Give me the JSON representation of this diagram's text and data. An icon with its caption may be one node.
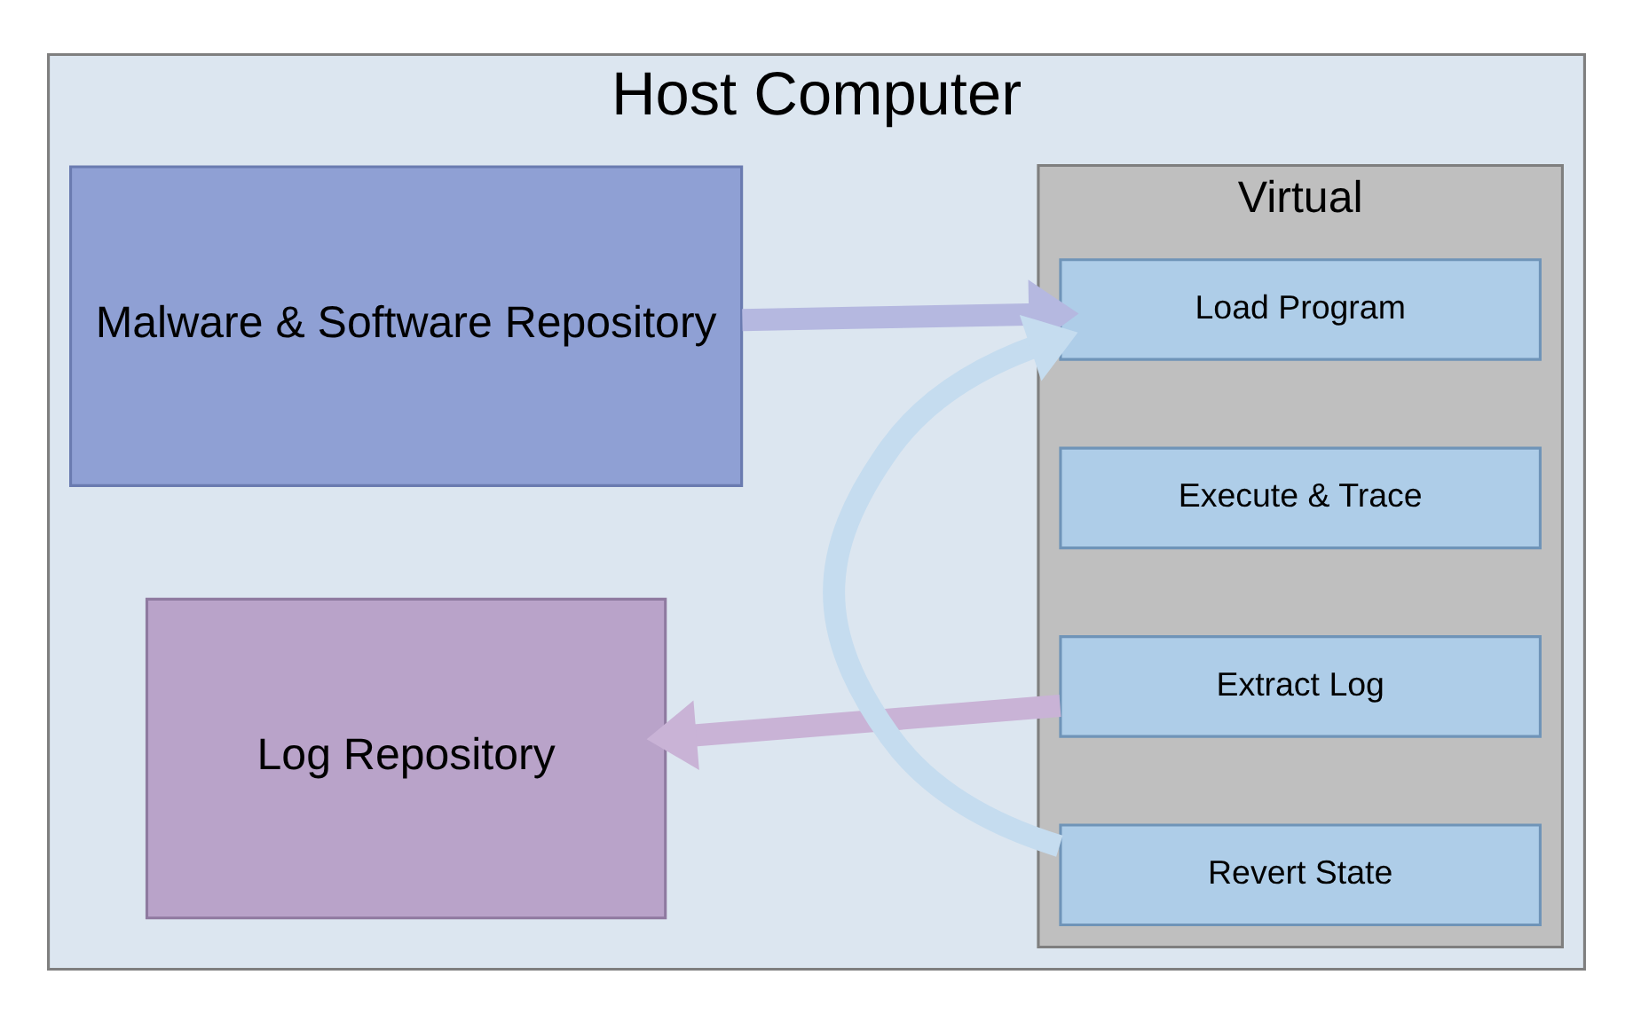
{
  "diagram": {
    "nodes": [
      {
        "text": [
          "Host Computer"
        ]
      },
      {
        "text": [
          "Malware & Software Repository"
        ],
        "in": 0
      },
      {
        "text": [
          "Log Repository"
        ],
        "in": 0
      },
      {
        "text": [
          "Virtual"
        ],
        "in": 0
      },
      {
        "text": [
          "Load Program"
        ],
        "in": 3
      },
      {
        "text": [
          "Execute & Trace"
        ],
        "in": 3
      },
      {
        "text": [
          "Extract Log"
        ],
        "in": 3
      },
      {
        "text": [
          "Revert State"
        ],
        "in": 3
      }
    ],
    "edges": [
      {
        "from": 1,
        "to": 4,
        "arrow": "to",
        "color": "#b5b8e0"
      },
      {
        "from": 6,
        "to": 2,
        "arrow": "to",
        "color": "#c9b3d6"
      },
      {
        "from": 7,
        "to": 4,
        "arrow": "to",
        "color": "#c5dcef"
      }
    ]
  }
}
